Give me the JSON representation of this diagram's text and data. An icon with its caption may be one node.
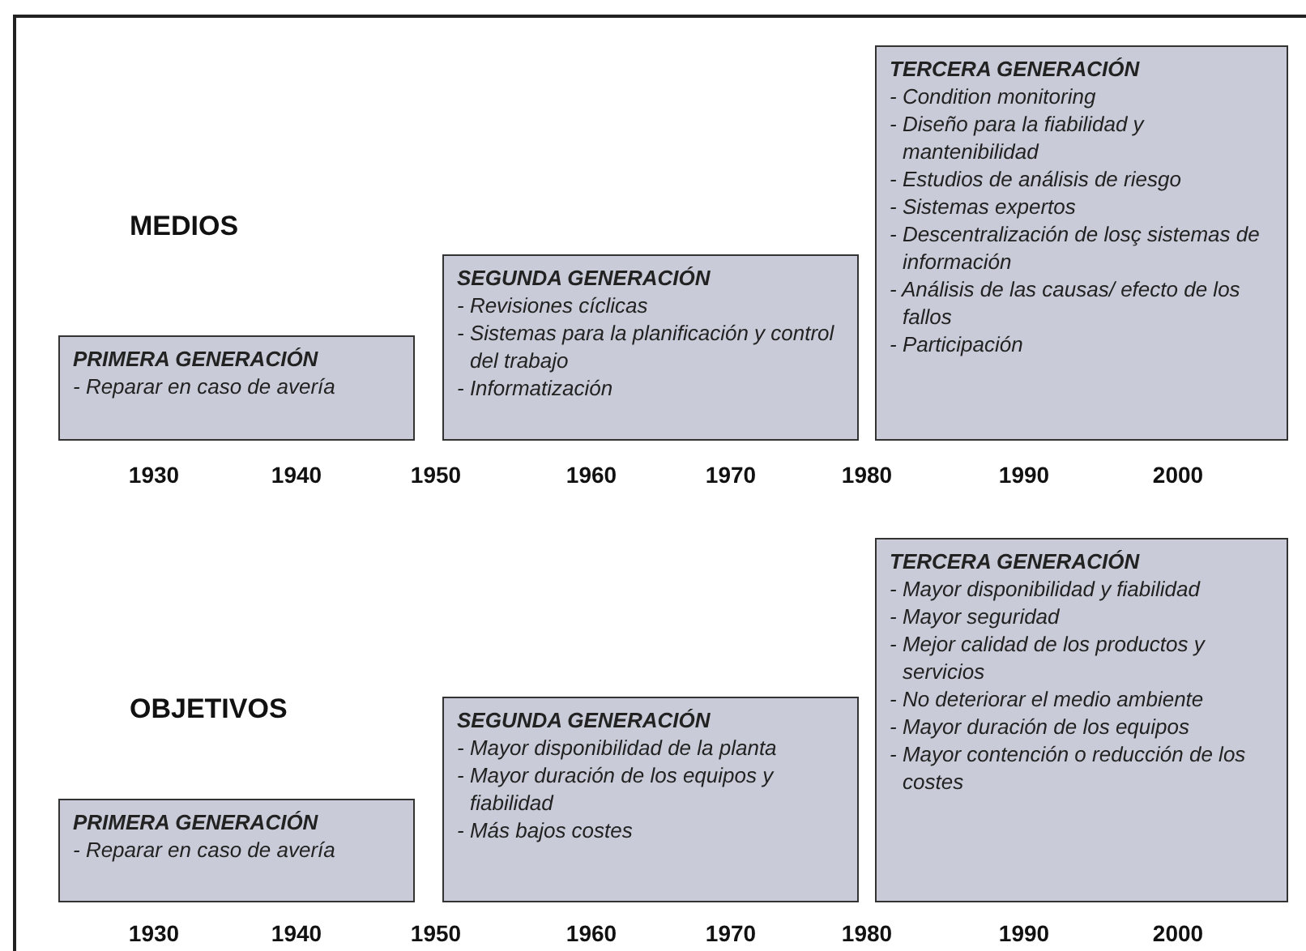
{
  "diagram": {
    "nodes": [
      {
        "text": [
          "PRIMERA GENERACIÓN",
          "- Reparar en caso de avería"
        ]
      },
      {
        "text": [
          "SEGUNDA GENERACIÓN",
          "- Revisiones cíclicas",
          "- Sistemas para la planificación y control del trabajo",
          "- Informatización"
        ]
      },
      {
        "text": [
          "TERCERA GENERACIÓN",
          "- Condition monitoring",
          "- Diseño para la fiabilidad y mantenibilidad",
          "- Estudios de análisis de riesgo",
          "- Sistemas expertos",
          "- Descentralización de losç sistemas de información",
          "- Análisis de las causas/ efecto de los fallos",
          "- Participación"
        ]
      },
      {
        "text": [
          "PRIMERA GENERACIÓN",
          "- Reparar en caso de avería"
        ]
      },
      {
        "text": [
          "SEGUNDA GENERACIÓN",
          "- Mayor disponibilidad de la planta",
          "- Mayor duración de los equipos y fiabilidad",
          "- Más bajos costes"
        ]
      },
      {
        "text": [
          "TERCERA GENERACIÓN",
          "- Mayor disponibilidad y fiabilidad",
          "- Mayor seguridad",
          "- Mejor calidad de los productos y servicios",
          "- No deteriorar el medio ambiente",
          "- Mayor duración de los equipos",
          "- Mayor contención o reducción de los costes"
        ]
      }
    ],
    "labels": [
      "MEDIOS",
      "1930",
      "1940",
      "1950",
      "1960",
      "1970",
      "1980",
      "1990",
      "2000",
      "OBJETIVOS",
      "1930",
      "1940",
      "1950",
      "1960",
      "1970",
      "1980",
      "1990",
      "2000"
    ]
  }
}
